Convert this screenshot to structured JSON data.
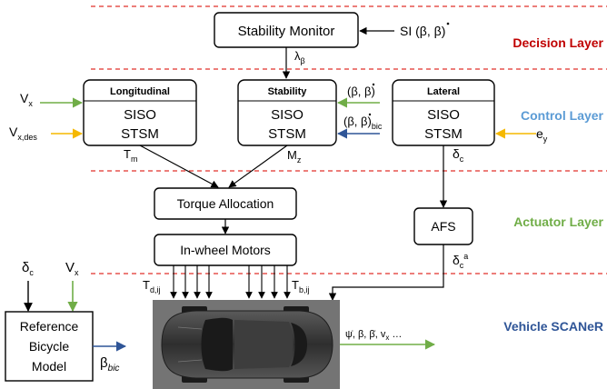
{
  "colors": {
    "decision_layer": "#c00000",
    "control_layer": "#5b9bd5",
    "actuator_layer": "#70ad47",
    "vehicle_layer": "#2f5597",
    "divider": "#e0302a",
    "green_arrow": "#70ad47",
    "yellow_arrow": "#f5b800",
    "blue_arrow": "#2f5597",
    "black_arrow": "#000000",
    "vehicle_image": "#4a4a4a"
  },
  "layers": {
    "decision": "Decision Layer",
    "control": "Control Layer",
    "actuator": "Actuator Layer",
    "vehicle": "Vehicle SCANeR"
  },
  "blocks": {
    "stability_monitor": "Stability Monitor",
    "longitudinal": {
      "title": "Longitudinal",
      "line1": "SISO",
      "line2": "STSM"
    },
    "stability": {
      "title": "Stability",
      "line1": "SISO",
      "line2": "STSM"
    },
    "lateral": {
      "title": "Lateral",
      "line1": "SISO",
      "line2": "STSM"
    },
    "torque_allocation": "Torque Allocation",
    "in_wheel_motors": "In-wheel Motors",
    "afs": "AFS",
    "reference_model": {
      "line1": "Reference",
      "line2": "Bicycle",
      "line3": "Model"
    }
  },
  "signals": {
    "si_main": "SI (β, ",
    "si_betadot": "β",
    "si_close": ")",
    "lambda": "λ",
    "lambda_sub": "β",
    "vx": "V",
    "vx_sub": "x",
    "vxdes": "V",
    "vxdes_sub": "x,des",
    "beta_in_open": "(β, ",
    "beta_in_dot": "β",
    "beta_in_close": ")",
    "beta_bic_open": "(β, ",
    "beta_bic_dot": "β",
    "beta_bic_close": ")",
    "beta_bic_sub": "bic",
    "ey": "e",
    "ey_sub": "y",
    "tm": "T",
    "tm_sub": "m",
    "mz": "M",
    "mz_sub": "z",
    "deltac": "δ",
    "deltac_sub": "c",
    "deltaca": "δ",
    "deltaca_sub": "c",
    "deltaca_sup": "a",
    "tdij": "T",
    "tdij_sub": "d,ij",
    "tbij": "T",
    "tbij_sub": "b,ij",
    "ref_delta": "δ",
    "ref_delta_sub": "c",
    "ref_vx": "V",
    "ref_vx_sub": "x",
    "beta_out": "β",
    "beta_out_sub": "bic",
    "vehicle_outputs": "ψ̇, β, β̇, v",
    "vehicle_outputs_sub": "x",
    "vehicle_outputs_tail": " …"
  }
}
